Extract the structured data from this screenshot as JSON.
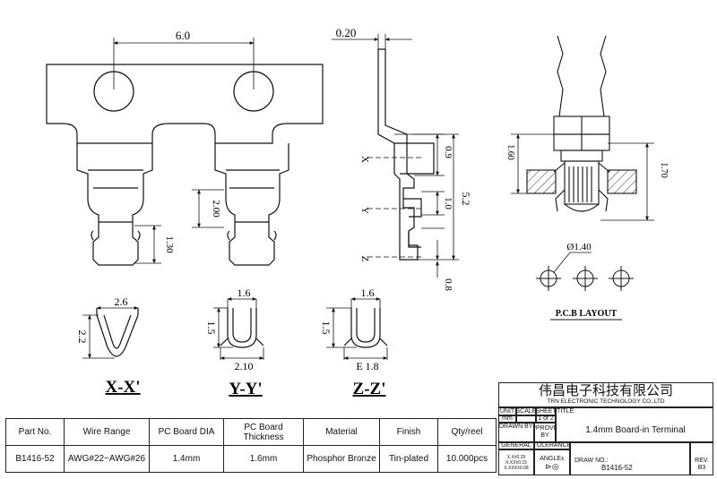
{
  "views": {
    "top_dims": {
      "pitch": "6.0",
      "d200": "2.00",
      "d130": "1.30"
    },
    "side_dims": {
      "thickness": "0.20",
      "d09": "0.9",
      "d10": "1.0",
      "d52": "5.2",
      "d08": "0.8",
      "label_x": "X",
      "label_y": "Y",
      "label_z": "Z"
    },
    "pcb": {
      "d160": "1.60",
      "d170": "1.70",
      "hole": "Ø1.40",
      "title": "P.C.B LAYOUT"
    },
    "sections": [
      {
        "label": "X-X'",
        "width": "2.6",
        "height": "2.2"
      },
      {
        "label": "Y-Y'",
        "width": "1.6",
        "height": "1.5",
        "bottom": "2.10"
      },
      {
        "label": "Z-Z'",
        "width": "1.6",
        "height": "1.5",
        "bottom": "E 1.8"
      }
    ]
  },
  "spec_table": {
    "headers": [
      "Part No.",
      "Wire Range",
      "PC Board DIA",
      "PC Board Thickness",
      "Material",
      "Finish",
      "Qty/reel"
    ],
    "row": [
      "B1416-52",
      "AWG#22~AWG#26",
      "1.4mm",
      "1.6mm",
      "Phosphor Bronze",
      "Tin-plated",
      "10.000pcs"
    ]
  },
  "title_block": {
    "company_cn": "伟昌电子科技有限公司",
    "company_en": "TRN ELECTRONIC TECHNOLOGY CO.,LTD",
    "unit_label": "UNIT",
    "unit_value": "mm",
    "scale_label": "SCALE",
    "sheet_label": "SHEET",
    "sheet_value": "1 of 2",
    "drawn_by": "DRAWN BY",
    "approved_by": "APPROVED BY",
    "title_label": "TITLE:",
    "title_value": "1.4mm Board-in Terminal",
    "general": "GENERAL",
    "tolerance": "TOLERANCE",
    "tol_lines": [
      "X.X±0.25",
      "X.XX±0.15",
      "X.XXX±0.08"
    ],
    "angle": "ANGLE±",
    "draw_no_label": "DRAW NO.:",
    "draw_no": "B1416-52",
    "rev_label": "REV.",
    "rev": "B3"
  }
}
